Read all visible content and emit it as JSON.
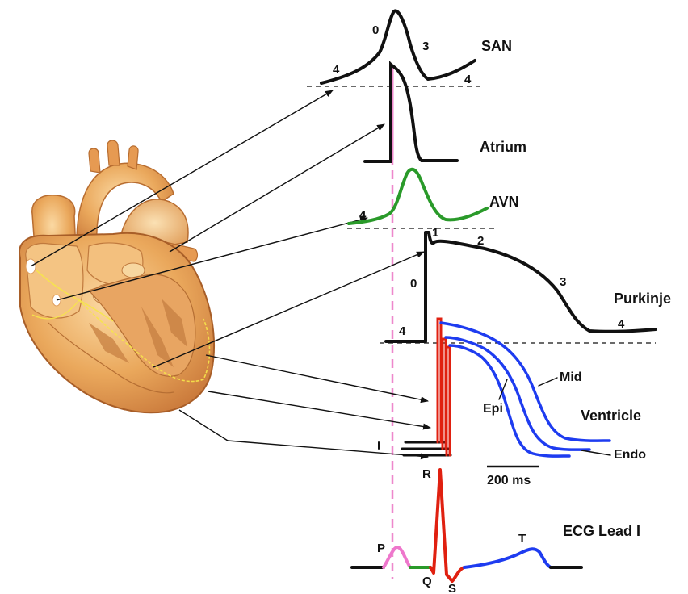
{
  "labels": {
    "san": "SAN",
    "atrium": "Atrium",
    "avn": "AVN",
    "purkinje": "Purkinje",
    "ventricle": "Ventricle",
    "ecg": "ECG Lead I",
    "mid": "Mid",
    "epi": "Epi",
    "endo": "Endo",
    "scale": "200 ms"
  },
  "phases": {
    "san_0": "0",
    "san_3": "3",
    "san_4_left": "4",
    "san_4_right": "4",
    "avn_4": "4",
    "purk_0": "0",
    "purk_1": "1",
    "purk_2": "2",
    "purk_3": "3",
    "purk_4_left": "4",
    "purk_4_right": "4"
  },
  "ecg_waves": {
    "p": "P",
    "q": "Q",
    "r": "R",
    "s": "S",
    "t": "T"
  },
  "colors": {
    "trace_black": "#111111",
    "avn_green": "#2a9a2a",
    "ventricle_blue": "#1e3cf0",
    "qrs_red": "#e02010",
    "p_pink": "#ee77cc",
    "heart_orange": "#e8a050"
  }
}
